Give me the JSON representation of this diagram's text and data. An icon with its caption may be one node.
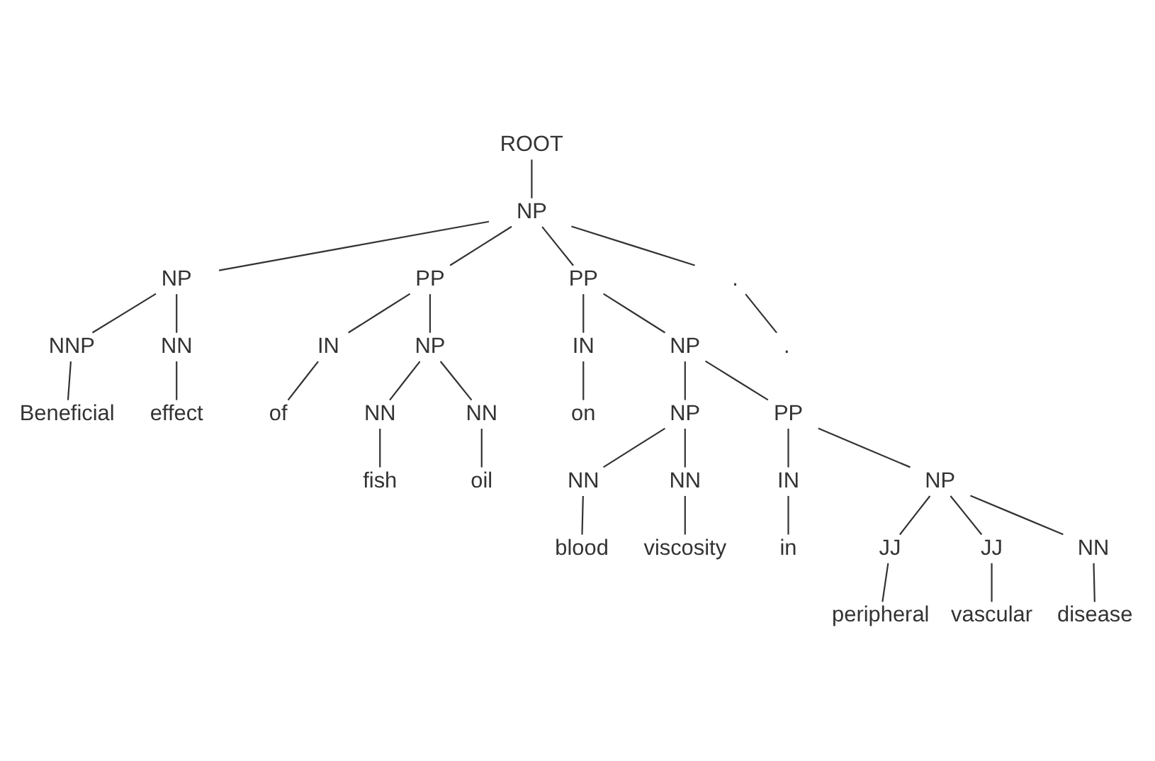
{
  "diagram": {
    "nodes": [
      {
        "text": [
          "ROOT"
        ]
      },
      {
        "text": [
          "NP"
        ]
      },
      {
        "text": [
          "NP"
        ]
      },
      {
        "text": [
          "PP"
        ]
      },
      {
        "text": [
          "PP"
        ]
      },
      {
        "text": [
          "."
        ]
      },
      {
        "text": [
          "NNP"
        ]
      },
      {
        "text": [
          "NN"
        ]
      },
      {
        "text": [
          "IN"
        ]
      },
      {
        "text": [
          "NP"
        ]
      },
      {
        "text": [
          "IN"
        ]
      },
      {
        "text": [
          "NP"
        ]
      },
      {
        "text": [
          "."
        ]
      },
      {
        "text": [
          "Beneficial"
        ]
      },
      {
        "text": [
          "effect"
        ]
      },
      {
        "text": [
          "of"
        ]
      },
      {
        "text": [
          "NN"
        ]
      },
      {
        "text": [
          "NN"
        ]
      },
      {
        "text": [
          "on"
        ]
      },
      {
        "text": [
          "NP"
        ]
      },
      {
        "text": [
          "PP"
        ]
      },
      {
        "text": [
          "fish"
        ]
      },
      {
        "text": [
          "oil"
        ]
      },
      {
        "text": [
          "NN"
        ]
      },
      {
        "text": [
          "NN"
        ]
      },
      {
        "text": [
          "IN"
        ]
      },
      {
        "text": [
          "NP"
        ]
      },
      {
        "text": [
          "blood"
        ]
      },
      {
        "text": [
          "viscosity"
        ]
      },
      {
        "text": [
          "in"
        ]
      },
      {
        "text": [
          "JJ"
        ]
      },
      {
        "text": [
          "JJ"
        ]
      },
      {
        "text": [
          "NN"
        ]
      },
      {
        "text": [
          "peripheral"
        ]
      },
      {
        "text": [
          "vascular"
        ]
      },
      {
        "text": [
          "disease"
        ]
      }
    ],
    "edges": [
      {
        "from": 0,
        "to": 1,
        "arrow": "none"
      },
      {
        "from": 1,
        "to": 2,
        "arrow": "none"
      },
      {
        "from": 1,
        "to": 3,
        "arrow": "none"
      },
      {
        "from": 1,
        "to": 4,
        "arrow": "none"
      },
      {
        "from": 1,
        "to": 5,
        "arrow": "none"
      },
      {
        "from": 2,
        "to": 6,
        "arrow": "none"
      },
      {
        "from": 2,
        "to": 7,
        "arrow": "none"
      },
      {
        "from": 3,
        "to": 8,
        "arrow": "none"
      },
      {
        "from": 3,
        "to": 9,
        "arrow": "none"
      },
      {
        "from": 4,
        "to": 10,
        "arrow": "none"
      },
      {
        "from": 4,
        "to": 11,
        "arrow": "none"
      },
      {
        "from": 5,
        "to": 12,
        "arrow": "none"
      },
      {
        "from": 6,
        "to": 13,
        "arrow": "none"
      },
      {
        "from": 7,
        "to": 14,
        "arrow": "none"
      },
      {
        "from": 8,
        "to": 15,
        "arrow": "none"
      },
      {
        "from": 9,
        "to": 16,
        "arrow": "none"
      },
      {
        "from": 9,
        "to": 17,
        "arrow": "none"
      },
      {
        "from": 10,
        "to": 18,
        "arrow": "none"
      },
      {
        "from": 11,
        "to": 19,
        "arrow": "none"
      },
      {
        "from": 11,
        "to": 20,
        "arrow": "none"
      },
      {
        "from": 16,
        "to": 21,
        "arrow": "none"
      },
      {
        "from": 17,
        "to": 22,
        "arrow": "none"
      },
      {
        "from": 19,
        "to": 23,
        "arrow": "none"
      },
      {
        "from": 19,
        "to": 24,
        "arrow": "none"
      },
      {
        "from": 20,
        "to": 25,
        "arrow": "none"
      },
      {
        "from": 20,
        "to": 26,
        "arrow": "none"
      },
      {
        "from": 23,
        "to": 27,
        "arrow": "none"
      },
      {
        "from": 24,
        "to": 28,
        "arrow": "none"
      },
      {
        "from": 25,
        "to": 29,
        "arrow": "none"
      },
      {
        "from": 26,
        "to": 30,
        "arrow": "none"
      },
      {
        "from": 26,
        "to": 31,
        "arrow": "none"
      },
      {
        "from": 26,
        "to": 32,
        "arrow": "none"
      },
      {
        "from": 30,
        "to": 33,
        "arrow": "none"
      },
      {
        "from": 31,
        "to": 34,
        "arrow": "none"
      },
      {
        "from": 32,
        "to": 35,
        "arrow": "none"
      }
    ]
  }
}
